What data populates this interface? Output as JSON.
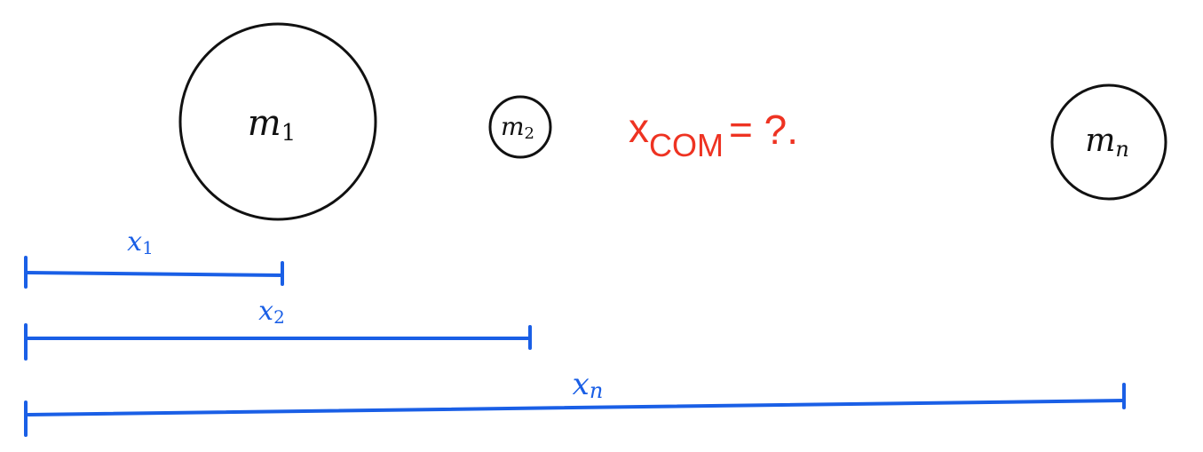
{
  "colors": {
    "ink": "#111111",
    "measure": "#1a5fe6",
    "question": "#ee3322",
    "background": "#ffffff"
  },
  "masses": [
    {
      "label": "m",
      "subscript": "1"
    },
    {
      "label": "m",
      "subscript": "2"
    },
    {
      "label": "m",
      "subscript": "n"
    }
  ],
  "distances": [
    {
      "label": "x",
      "subscript": "1"
    },
    {
      "label": "x",
      "subscript": "2"
    },
    {
      "label": "x",
      "subscript": "n"
    }
  ],
  "question": {
    "symbol": "x",
    "subscript": "COM",
    "rest": "= ?."
  }
}
